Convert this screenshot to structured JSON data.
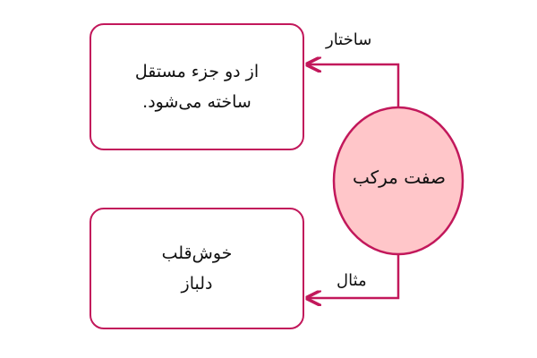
{
  "diagram": {
    "center_node": {
      "label": "صفت مرکب",
      "fill_color": "#ffc6c9",
      "stroke_color": "#c2185b"
    },
    "edges": [
      {
        "label": "ساختار"
      },
      {
        "label": "مثال"
      }
    ],
    "top_box": {
      "lines": [
        "از دو جزء مستقل",
        "ساخته می‌شود."
      ]
    },
    "bottom_box": {
      "lines": [
        "خوش‌قلب",
        "دلباز"
      ]
    },
    "colors": {
      "accent": "#c2185b",
      "node_fill": "#ffc6c9",
      "text": "#111111"
    }
  }
}
